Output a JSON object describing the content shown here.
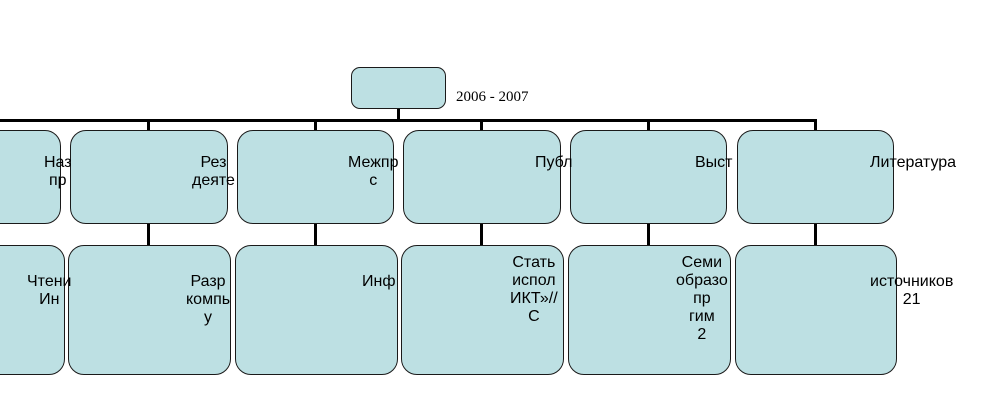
{
  "diagram": {
    "root": {
      "label": "",
      "caption": "2006 - 2007"
    },
    "categories": [
      {
        "label": "Наз\nпр"
      },
      {
        "label": "Рез\nдеяте"
      },
      {
        "label": "Межпр\nс"
      },
      {
        "label": "Публ"
      },
      {
        "label": "Выст"
      },
      {
        "label": "Литература"
      }
    ],
    "details": [
      {
        "label": "Чтени\nИн"
      },
      {
        "label": "Разр\nкомпь\nу"
      },
      {
        "label": "Инф"
      },
      {
        "label": "Стать\nиспол\nИКТ»//\nС\n"
      },
      {
        "label": "Семи\nобразо\nпр\nгим\n2"
      },
      {
        "label": "источников\n21"
      }
    ]
  }
}
